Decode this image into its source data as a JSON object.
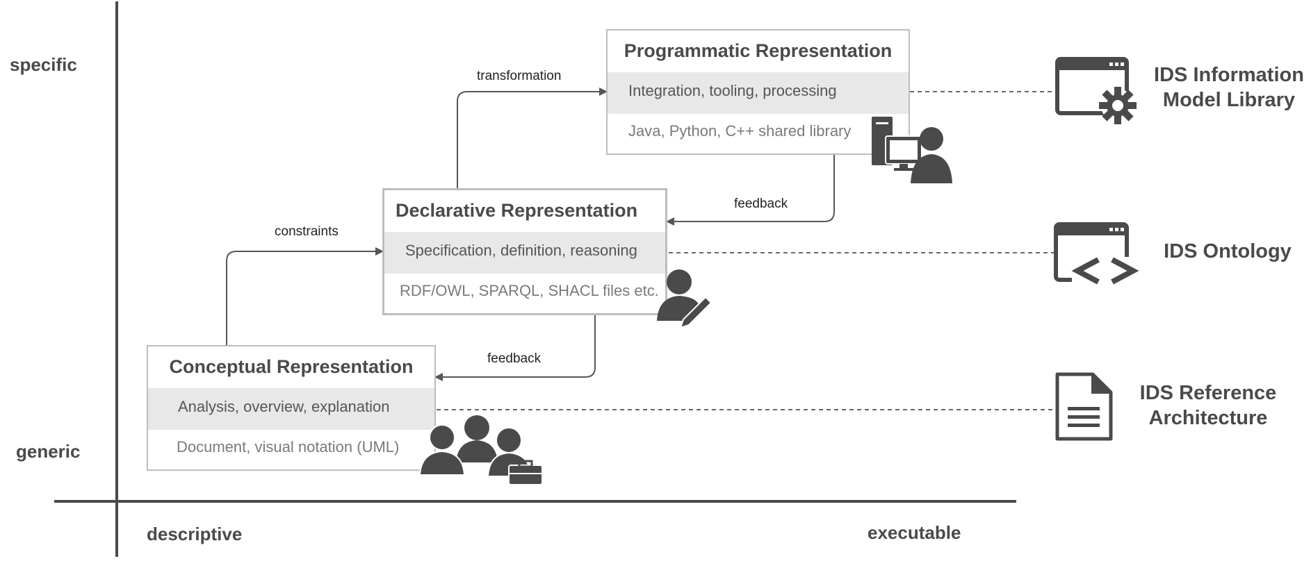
{
  "axes": {
    "y_top": "specific",
    "y_bottom": "generic",
    "x_left": "descriptive",
    "x_right": "executable"
  },
  "boxes": {
    "programmatic": {
      "title": "Programmatic Representation",
      "band": "Integration, tooling, processing",
      "foot": "Java, Python, C++ shared library"
    },
    "declarative": {
      "title": "Declarative Representation",
      "band": "Specification, definition, reasoning",
      "foot": "RDF/OWL, SPARQL, SHACL files etc."
    },
    "conceptual": {
      "title": "Conceptual Representation",
      "band": "Analysis, overview, explanation",
      "foot": "Document, visual notation (UML)"
    }
  },
  "edges": {
    "transformation": "transformation",
    "constraints": "constraints",
    "feedback_top": "feedback",
    "feedback_bottom": "feedback"
  },
  "artifacts": {
    "library": {
      "line1": "IDS Information",
      "line2": "Model Library",
      "icon": "window-gear-icon"
    },
    "ontology": {
      "line1": "IDS Ontology",
      "icon": "window-code-icon"
    },
    "architecture": {
      "line1": "IDS Reference",
      "line2": "Architecture",
      "icon": "document-icon"
    }
  },
  "colors": {
    "ink": "#4a4a4a",
    "box_border": "#bdbdbd",
    "band": "#e8e8e8"
  }
}
